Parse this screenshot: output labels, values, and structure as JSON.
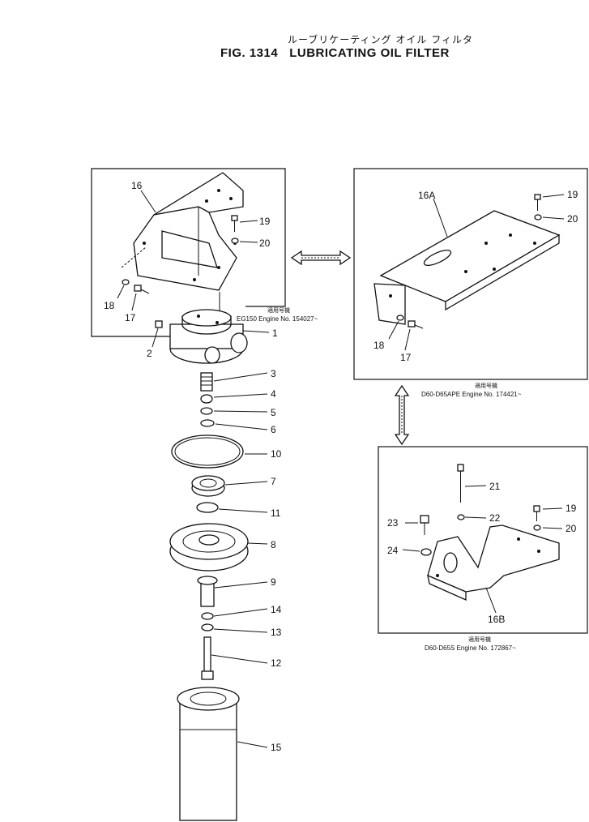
{
  "title": {
    "japanese": "ルーブリケーティング オイル フィルタ",
    "figure": "FIG. 1314",
    "name": "LUBRICATING OIL FILTER"
  },
  "notes": {
    "box_left": {
      "jp": "適用号機",
      "text": "EG150 Engine No. 154027~"
    },
    "box_top_right": {
      "jp": "適用号機",
      "text": "D60-D65APE Engine No. 174421~"
    },
    "box_bottom_right": {
      "jp": "適用号機",
      "text": "D60-D65S Engine No. 172867~"
    }
  },
  "parts": {
    "p1": "1",
    "p2": "2",
    "p3": "3",
    "p4": "4",
    "p5": "5",
    "p6": "6",
    "p7": "7",
    "p8": "8",
    "p9": "9",
    "p10": "10",
    "p11": "11",
    "p12": "12",
    "p13": "13",
    "p14": "14",
    "p15": "15",
    "left_box": {
      "p16": "16",
      "p17": "17",
      "p18": "18",
      "p19": "19",
      "p20": "20"
    },
    "top_right_box": {
      "p16A": "16A",
      "p17": "17",
      "p18": "18",
      "p19": "19",
      "p20": "20"
    },
    "bottom_right_box": {
      "p16B": "16B",
      "p19": "19",
      "p20": "20",
      "p21": "21",
      "p22": "22",
      "p23": "23",
      "p24": "24"
    }
  }
}
